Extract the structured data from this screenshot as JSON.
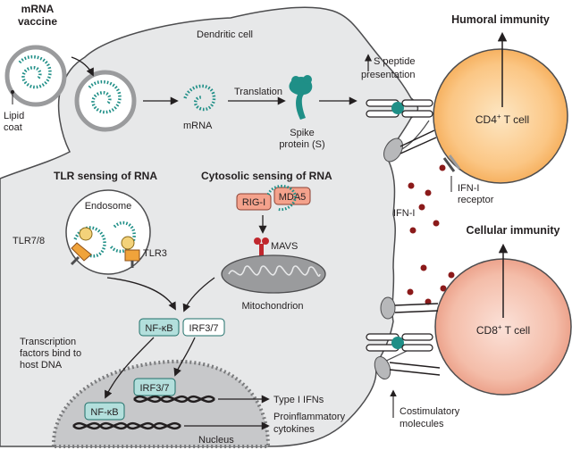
{
  "vaccine": {
    "title_line1": "mRNA",
    "title_line2": "vaccine",
    "lipid_line1": "Lipid",
    "lipid_line2": "coat"
  },
  "cell": {
    "dendritic": "Dendritic cell",
    "mrna": "mRNA",
    "translation": "Translation",
    "spike_line1": "Spike",
    "spike_line2": "protein (S)",
    "s_peptide_line1": "S peptide",
    "s_peptide_line2": "presentation"
  },
  "tlr": {
    "heading": "TLR sensing of RNA",
    "endosome": "Endosome",
    "tlr78": "TLR7/8",
    "tlr3": "TLR3"
  },
  "cytosolic": {
    "heading": "Cytosolic sensing of RNA",
    "rig": "RIG-I",
    "mda5": "MDA5",
    "mavs": "MAVS",
    "mito": "Mitochondrion"
  },
  "tf": {
    "nfkb": "NF-κB",
    "irf": "IRF3/7",
    "desc_line1": "Transcription",
    "desc_line2": "factors bind to",
    "desc_line3": "host DNA"
  },
  "nucleus": {
    "irf": "IRF3/7",
    "nfkb": "NF-κB",
    "label": "Nucleus",
    "type1": "Type I IFNs",
    "proinf_line1": "Proinflammatory",
    "proinf_line2": "cytokines"
  },
  "tcells": {
    "humoral": "Humoral immunity",
    "cd4": "CD4",
    "cd4_suffix": " T cell",
    "cd8": "CD8",
    "cd8_suffix": " T cell",
    "cellular": "Cellular immunity",
    "plus": "+"
  },
  "ifn": {
    "ifn1": "IFN-I",
    "receptor_line1": "IFN-I",
    "receptor_line2": "receptor"
  },
  "costim": {
    "line1": "Costimulatory",
    "line2": "molecules"
  },
  "colors": {
    "cell_fill": "#e7e8e9",
    "teal": "#1f8f87",
    "teal_light": "#b3dfdc",
    "salmon": "#f4a28c",
    "dark_red": "#8b1a1a",
    "orange_cell": "#f9c27a",
    "pink_cell": "#f2b8a6"
  }
}
